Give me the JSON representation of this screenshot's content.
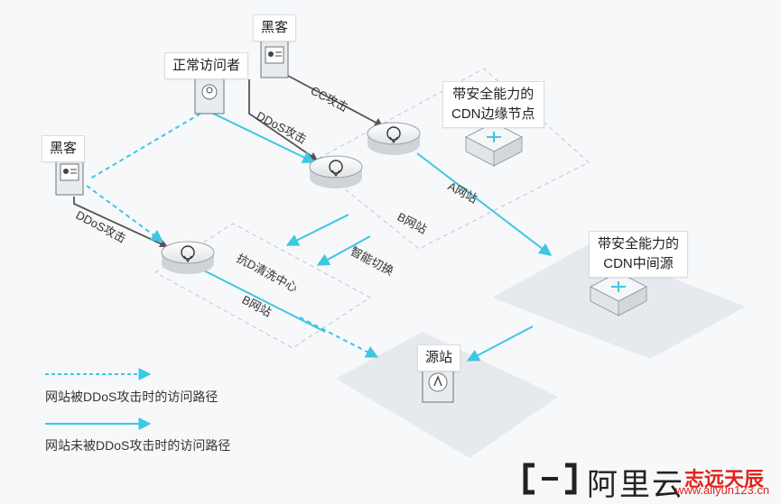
{
  "labels": {
    "hacker_top": "黑客",
    "hacker_left": "黑客",
    "normal_visitor": "正常访问者",
    "cdn_edge": "带安全能力的\nCDN边缘节点",
    "cdn_mid": "带安全能力的\nCDN中间源",
    "origin": "源站"
  },
  "diagram_text": {
    "cc_attack": "CC攻击",
    "ddos_attack_top": "DDoS攻击",
    "ddos_attack_left": "DDoS攻击",
    "site_a": "A网站",
    "site_b_top": "B网站",
    "site_b_bottom": "B网站",
    "scrubbing_center": "抗D清洗中心",
    "smart_switch": "智能切换"
  },
  "legend": {
    "dashed_text": "网站被DDoS攻击时的访问路径",
    "solid_text": "网站未被DDoS攻击时的访问路径"
  },
  "brand": {
    "logo_glyph": "[–]",
    "name": "阿里云",
    "partner": "志远天辰",
    "url": "www.aliyun123.cn"
  },
  "colors": {
    "flow_cyan": "#3ec7e3",
    "platform": "#e9ecef",
    "dashed_border": "#c9ced4",
    "brand_red": "#e2241c"
  },
  "icons": [
    "person-badge-icon",
    "server-disc-icon",
    "cdn-node-icon",
    "origin-server-icon",
    "aliyun-logo-icon"
  ]
}
